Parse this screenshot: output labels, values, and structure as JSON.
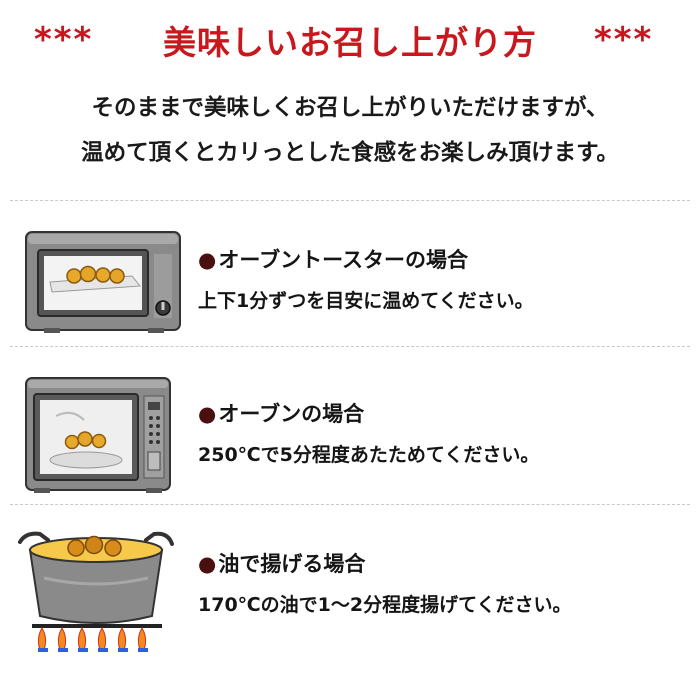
{
  "header": {
    "stars_left": "***",
    "title": "美味しいお召し上がり方",
    "stars_right": "***"
  },
  "intro": {
    "line1": "そのままで美味しくお召し上がりいただけますが、",
    "line2": "温めて頂くとカリっとした食感をお楽しみ頂けます。"
  },
  "methods": [
    {
      "icon": "toaster-oven-icon",
      "bullet": "●",
      "heading": "オーブントースターの場合",
      "text": "上下1分ずつを目安に温めてください。"
    },
    {
      "icon": "microwave-oven-icon",
      "bullet": "●",
      "heading": "オーブンの場合",
      "text": "250℃で5分程度あたためてください。"
    },
    {
      "icon": "frying-pot-icon",
      "bullet": "●",
      "heading": "油で揚げる場合",
      "text": "170℃の油で1～2分程度揚げてください。"
    }
  ],
  "colors": {
    "title_red": "#c8171d",
    "text": "#151515",
    "appliance_gray": "#7a7a7a",
    "flame_orange": "#f28a1e"
  }
}
